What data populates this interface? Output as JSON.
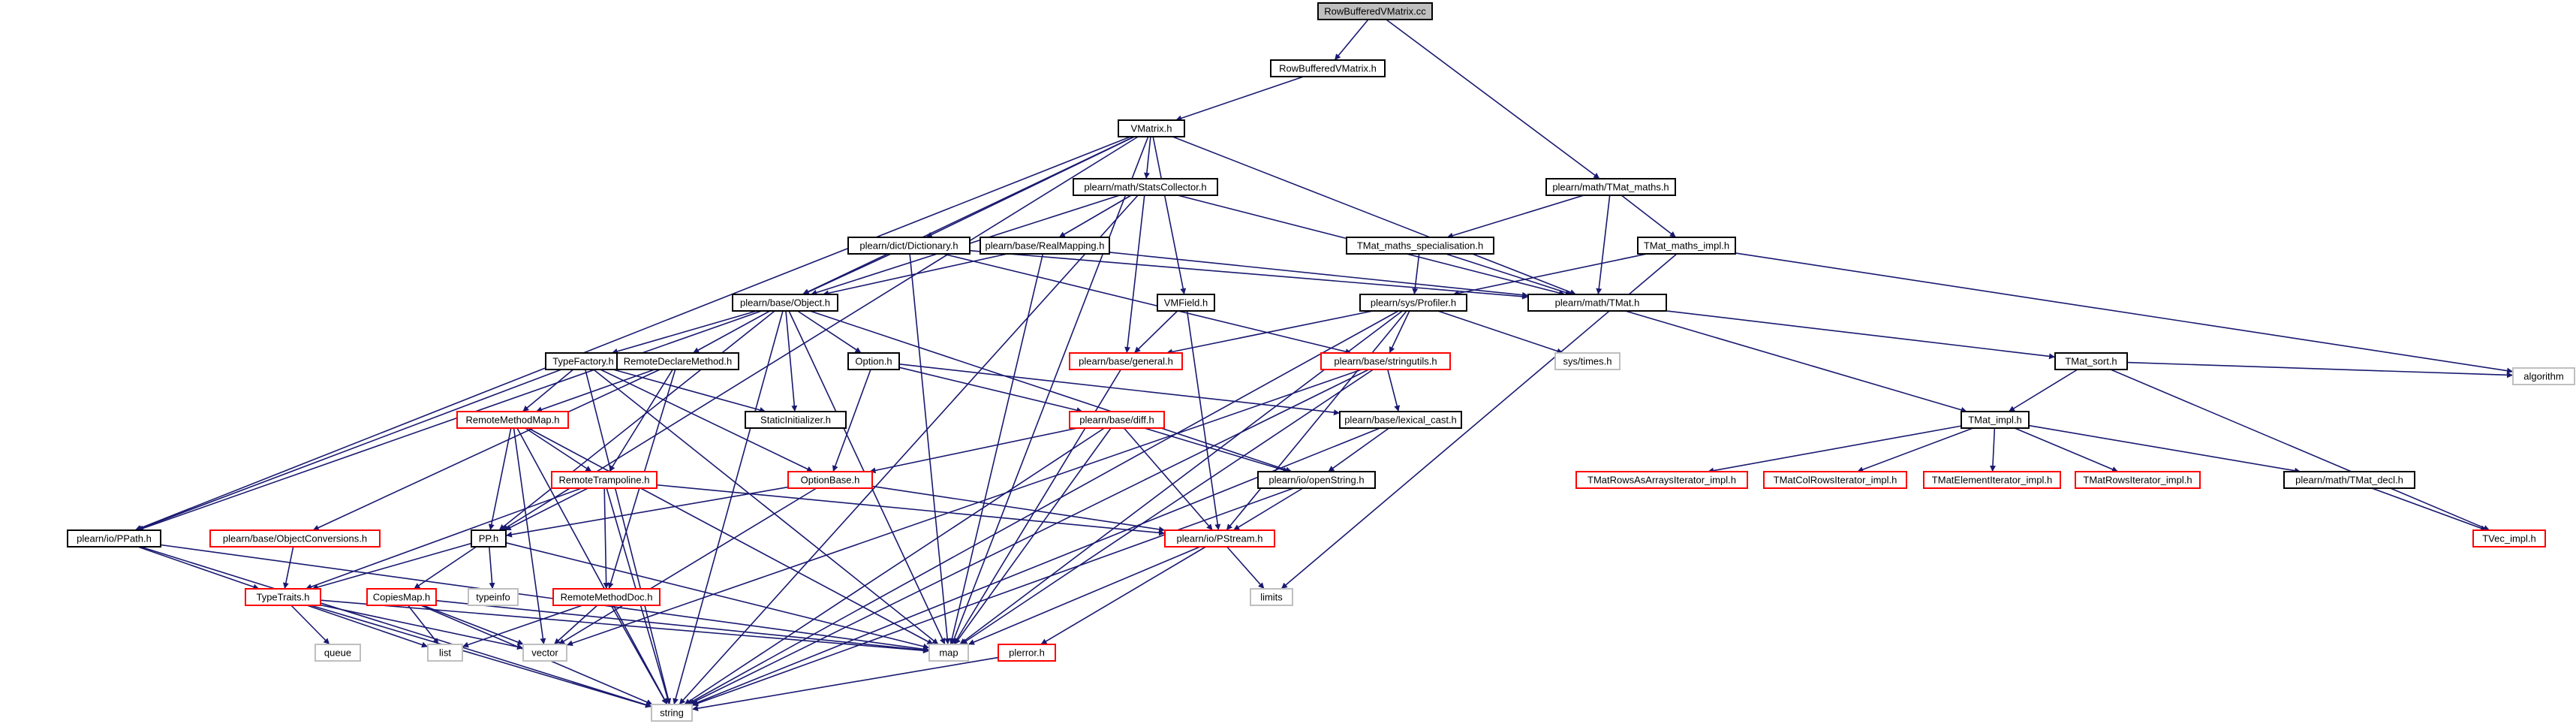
{
  "colors": {
    "root_fill": "#bfbfbf",
    "root_border": "#000000",
    "internal_border": "#000000",
    "external_border": "#ff0000",
    "system_border": "#bfbfbf",
    "edge": "#191970"
  },
  "nodes": [
    {
      "id": "rbvm_cc",
      "label": "RowBufferedVMatrix.cc",
      "kind": "root"
    },
    {
      "id": "rbvm_h",
      "label": "RowBufferedVMatrix.h",
      "kind": "internal"
    },
    {
      "id": "vmatrix_h",
      "label": "VMatrix.h",
      "kind": "internal"
    },
    {
      "id": "tmat_maths_h",
      "label": "plearn/math/TMat_maths.h",
      "kind": "internal"
    },
    {
      "id": "statscollector_h",
      "label": "plearn/math/StatsCollector.h",
      "kind": "internal"
    },
    {
      "id": "tmat_maths_spec",
      "label": "TMat_maths_specialisation.h",
      "kind": "internal"
    },
    {
      "id": "tmat_maths_impl",
      "label": "TMat_maths_impl.h",
      "kind": "internal"
    },
    {
      "id": "dictionary_h",
      "label": "plearn/dict/Dictionary.h",
      "kind": "internal"
    },
    {
      "id": "realmapping_h",
      "label": "plearn/base/RealMapping.h",
      "kind": "internal"
    },
    {
      "id": "tmat_h",
      "label": "plearn/math/TMat.h",
      "kind": "internal"
    },
    {
      "id": "object_h",
      "label": "plearn/base/Object.h",
      "kind": "internal"
    },
    {
      "id": "vmfield_h",
      "label": "VMField.h",
      "kind": "internal"
    },
    {
      "id": "profiler_h",
      "label": "plearn/sys/Profiler.h",
      "kind": "internal"
    },
    {
      "id": "typefactory_h",
      "label": "TypeFactory.h",
      "kind": "internal"
    },
    {
      "id": "remotedeclare_h",
      "label": "RemoteDeclareMethod.h",
      "kind": "internal"
    },
    {
      "id": "option_h",
      "label": "Option.h",
      "kind": "internal"
    },
    {
      "id": "general_h",
      "label": "plearn/base/general.h",
      "kind": "external"
    },
    {
      "id": "stringutils_h",
      "label": "plearn/base/stringutils.h",
      "kind": "external"
    },
    {
      "id": "systimes_h",
      "label": "sys/times.h",
      "kind": "system"
    },
    {
      "id": "tmat_sort_h",
      "label": "TMat_sort.h",
      "kind": "internal"
    },
    {
      "id": "algorithm",
      "label": "algorithm",
      "kind": "system"
    },
    {
      "id": "staticinit_h",
      "label": "StaticInitializer.h",
      "kind": "internal"
    },
    {
      "id": "remotemethodmap_h",
      "label": "RemoteMethodMap.h",
      "kind": "external"
    },
    {
      "id": "diff_h",
      "label": "plearn/base/diff.h",
      "kind": "external"
    },
    {
      "id": "lexicalcast_h",
      "label": "plearn/base/lexical_cast.h",
      "kind": "internal"
    },
    {
      "id": "tmat_impl_h",
      "label": "TMat_impl.h",
      "kind": "internal"
    },
    {
      "id": "remotetrampoline_h",
      "label": "RemoteTrampoline.h",
      "kind": "external"
    },
    {
      "id": "optionbase_h",
      "label": "OptionBase.h",
      "kind": "external"
    },
    {
      "id": "openstring_h",
      "label": "plearn/io/openString.h",
      "kind": "internal"
    },
    {
      "id": "tmatrowsasarrays",
      "label": "TMatRowsAsArraysIterator_impl.h",
      "kind": "external"
    },
    {
      "id": "tmatcolrows",
      "label": "TMatColRowsIterator_impl.h",
      "kind": "external"
    },
    {
      "id": "tmatelement",
      "label": "TMatElementIterator_impl.h",
      "kind": "external"
    },
    {
      "id": "tmatrows",
      "label": "TMatRowsIterator_impl.h",
      "kind": "external"
    },
    {
      "id": "tmat_decl_h",
      "label": "plearn/math/TMat_decl.h",
      "kind": "internal"
    },
    {
      "id": "objectconversions_h",
      "label": "plearn/base/ObjectConversions.h",
      "kind": "external"
    },
    {
      "id": "ppath_h",
      "label": "plearn/io/PPath.h",
      "kind": "internal"
    },
    {
      "id": "pp_h",
      "label": "PP.h",
      "kind": "internal"
    },
    {
      "id": "pstream_h",
      "label": "plearn/io/PStream.h",
      "kind": "external"
    },
    {
      "id": "tvec_impl_h",
      "label": "TVec_impl.h",
      "kind": "external"
    },
    {
      "id": "typeinfo",
      "label": "typeinfo",
      "kind": "system"
    },
    {
      "id": "limits",
      "label": "limits",
      "kind": "system"
    },
    {
      "id": "typetraits_h",
      "label": "TypeTraits.h",
      "kind": "external"
    },
    {
      "id": "copiesmap_h",
      "label": "CopiesMap.h",
      "kind": "external"
    },
    {
      "id": "remotemethoddoc_h",
      "label": "RemoteMethodDoc.h",
      "kind": "external"
    },
    {
      "id": "queue",
      "label": "queue",
      "kind": "system"
    },
    {
      "id": "list",
      "label": "list",
      "kind": "system"
    },
    {
      "id": "vector",
      "label": "vector",
      "kind": "system"
    },
    {
      "id": "map",
      "label": "map",
      "kind": "system"
    },
    {
      "id": "plerror_h",
      "label": "plerror.h",
      "kind": "external"
    },
    {
      "id": "string",
      "label": "string",
      "kind": "system"
    }
  ],
  "edges": [
    [
      "rbvm_cc",
      "rbvm_h"
    ],
    [
      "rbvm_cc",
      "tmat_maths_h"
    ],
    [
      "rbvm_h",
      "vmatrix_h"
    ],
    [
      "vmatrix_h",
      "statscollector_h"
    ],
    [
      "vmatrix_h",
      "dictionary_h"
    ],
    [
      "vmatrix_h",
      "object_h"
    ],
    [
      "vmatrix_h",
      "vmfield_h"
    ],
    [
      "vmatrix_h",
      "tmat_h"
    ],
    [
      "vmatrix_h",
      "ppath_h"
    ],
    [
      "vmatrix_h",
      "pp_h"
    ],
    [
      "vmatrix_h",
      "map"
    ],
    [
      "statscollector_h",
      "realmapping_h"
    ],
    [
      "statscollector_h",
      "object_h"
    ],
    [
      "statscollector_h",
      "general_h"
    ],
    [
      "statscollector_h",
      "tmat_h"
    ],
    [
      "statscollector_h",
      "string"
    ],
    [
      "dictionary_h",
      "object_h"
    ],
    [
      "dictionary_h",
      "tmat_h"
    ],
    [
      "dictionary_h",
      "stringutils_h"
    ],
    [
      "dictionary_h",
      "map"
    ],
    [
      "realmapping_h",
      "object_h"
    ],
    [
      "realmapping_h",
      "tmat_h"
    ],
    [
      "realmapping_h",
      "map"
    ],
    [
      "tmat_maths_h",
      "tmat_maths_spec"
    ],
    [
      "tmat_maths_h",
      "tmat_maths_impl"
    ],
    [
      "tmat_maths_h",
      "tmat_h"
    ],
    [
      "tmat_maths_spec",
      "profiler_h"
    ],
    [
      "tmat_maths_spec",
      "tmat_h"
    ],
    [
      "tmat_maths_impl",
      "profiler_h"
    ],
    [
      "tmat_maths_impl",
      "algorithm"
    ],
    [
      "tmat_maths_impl",
      "limits"
    ],
    [
      "tmat_h",
      "tmat_sort_h"
    ],
    [
      "tmat_h",
      "tmat_impl_h"
    ],
    [
      "tmat_sort_h",
      "tmat_impl_h"
    ],
    [
      "tmat_sort_h",
      "algorithm"
    ],
    [
      "tmat_sort_h",
      "tvec_impl_h"
    ],
    [
      "tmat_impl_h",
      "tmatrowsasarrays"
    ],
    [
      "tmat_impl_h",
      "tmatcolrows"
    ],
    [
      "tmat_impl_h",
      "tmatelement"
    ],
    [
      "tmat_impl_h",
      "tmatrows"
    ],
    [
      "tmat_impl_h",
      "tmat_decl_h"
    ],
    [
      "tmat_decl_h",
      "tvec_impl_h"
    ],
    [
      "profiler_h",
      "general_h"
    ],
    [
      "profiler_h",
      "stringutils_h"
    ],
    [
      "profiler_h",
      "systimes_h"
    ],
    [
      "profiler_h",
      "pstream_h"
    ],
    [
      "profiler_h",
      "map"
    ],
    [
      "profiler_h",
      "string"
    ],
    [
      "object_h",
      "typefactory_h"
    ],
    [
      "object_h",
      "remotedeclare_h"
    ],
    [
      "object_h",
      "option_h"
    ],
    [
      "object_h",
      "staticinit_h"
    ],
    [
      "object_h",
      "pp_h"
    ],
    [
      "object_h",
      "openstring_h"
    ],
    [
      "object_h",
      "map"
    ],
    [
      "object_h",
      "string"
    ],
    [
      "object_h",
      "ppath_h"
    ],
    [
      "vmfield_h",
      "general_h"
    ],
    [
      "vmfield_h",
      "pstream_h"
    ],
    [
      "typefactory_h",
      "remotemethodmap_h"
    ],
    [
      "typefactory_h",
      "staticinit_h"
    ],
    [
      "typefactory_h",
      "map"
    ],
    [
      "typefactory_h",
      "string"
    ],
    [
      "typefactory_h",
      "ppath_h"
    ],
    [
      "typefactory_h",
      "optionbase_h"
    ],
    [
      "remotedeclare_h",
      "remotemethodmap_h"
    ],
    [
      "remotedeclare_h",
      "remotetrampoline_h"
    ],
    [
      "remotedeclare_h",
      "remotemethoddoc_h"
    ],
    [
      "remotedeclare_h",
      "objectconversions_h"
    ],
    [
      "option_h",
      "optionbase_h"
    ],
    [
      "option_h",
      "diff_h"
    ],
    [
      "option_h",
      "lexicalcast_h"
    ],
    [
      "general_h",
      "map"
    ],
    [
      "stringutils_h",
      "lexicalcast_h"
    ],
    [
      "stringutils_h",
      "map"
    ],
    [
      "stringutils_h",
      "vector"
    ],
    [
      "stringutils_h",
      "string"
    ],
    [
      "lexicalcast_h",
      "openstring_h"
    ],
    [
      "lexicalcast_h",
      "string"
    ],
    [
      "remotemethodmap_h",
      "remotetrampoline_h"
    ],
    [
      "remotemethodmap_h",
      "pp_h"
    ],
    [
      "remotemethodmap_h",
      "map"
    ],
    [
      "remotemethodmap_h",
      "vector"
    ],
    [
      "remotemethodmap_h",
      "string"
    ],
    [
      "remotetrampoline_h",
      "pp_h"
    ],
    [
      "remotetrampoline_h",
      "remotemethoddoc_h"
    ],
    [
      "remotetrampoline_h",
      "typetraits_h"
    ],
    [
      "remotetrampoline_h",
      "string"
    ],
    [
      "remotetrampoline_h",
      "pstream_h"
    ],
    [
      "diff_h",
      "optionbase_h"
    ],
    [
      "diff_h",
      "openstring_h"
    ],
    [
      "diff_h",
      "pstream_h"
    ],
    [
      "diff_h",
      "map"
    ],
    [
      "diff_h",
      "string"
    ],
    [
      "optionbase_h",
      "pp_h"
    ],
    [
      "optionbase_h",
      "pstream_h"
    ],
    [
      "optionbase_h",
      "vector"
    ],
    [
      "openstring_h",
      "pstream_h"
    ],
    [
      "openstring_h",
      "string"
    ],
    [
      "objectconversions_h",
      "typetraits_h"
    ],
    [
      "ppath_h",
      "typetraits_h"
    ],
    [
      "ppath_h",
      "string"
    ],
    [
      "ppath_h",
      "map"
    ],
    [
      "pp_h",
      "typetraits_h"
    ],
    [
      "pp_h",
      "copiesmap_h"
    ],
    [
      "pp_h",
      "typeinfo"
    ],
    [
      "pp_h",
      "map"
    ],
    [
      "pstream_h",
      "limits"
    ],
    [
      "pstream_h",
      "map"
    ],
    [
      "pstream_h",
      "plerror_h"
    ],
    [
      "typetraits_h",
      "queue"
    ],
    [
      "typetraits_h",
      "list"
    ],
    [
      "typetraits_h",
      "vector"
    ],
    [
      "typetraits_h",
      "map"
    ],
    [
      "typetraits_h",
      "string"
    ],
    [
      "copiesmap_h",
      "list"
    ],
    [
      "copiesmap_h",
      "vector"
    ],
    [
      "copiesmap_h",
      "map"
    ],
    [
      "copiesmap_h",
      "string"
    ],
    [
      "remotemethoddoc_h",
      "list"
    ],
    [
      "remotemethoddoc_h",
      "vector"
    ],
    [
      "remotemethoddoc_h",
      "string"
    ],
    [
      "plerror_h",
      "string"
    ]
  ]
}
